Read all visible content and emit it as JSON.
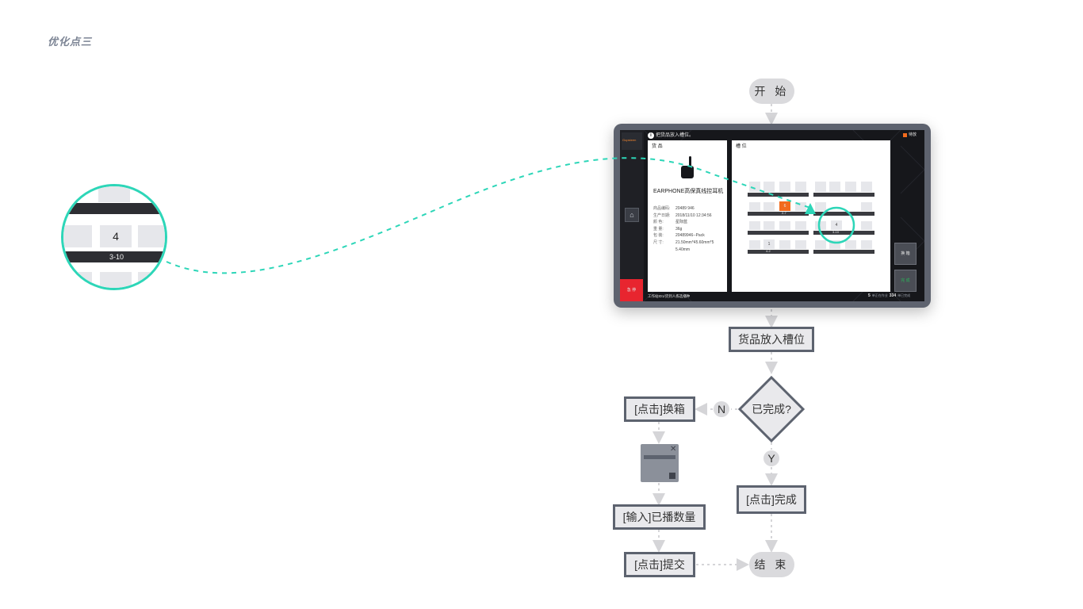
{
  "page_title": "优化点三",
  "flow": {
    "start": "开 始",
    "step_place": "货品放入槽位",
    "decision": "已完成?",
    "no_label": "N",
    "yes_label": "Y",
    "click_switch_box": "[点击]换箱",
    "input_count": "[输入]已播数量",
    "click_submit": "[点击]提交",
    "click_done": "[点击]完成",
    "end": "结 束"
  },
  "tablet": {
    "logo": "Gupsteen",
    "instruction": "把货品放入槽位。",
    "status_legend": "待放",
    "goods_header": "货 品",
    "slots_header": "槽 位",
    "product_name": "EARPHONE高保真线控耳机",
    "specs": [
      {
        "k": "商品编码:",
        "v": "20489 946"
      },
      {
        "k": "生产日期:",
        "v": "2018/11/10 12:34:56"
      },
      {
        "k": "颜 色:",
        "v": "星际蓝"
      },
      {
        "k": "重 量:",
        "v": "36g"
      },
      {
        "k": "包 装:",
        "v": "20489946--Pack"
      },
      {
        "k": "尺 寸:",
        "v": "21.50mm*45.60mm*5"
      },
      {
        "k": "",
        "v": "5.40mm"
      }
    ],
    "slot_orange_number": "6",
    "slot_orange_label": "2-7",
    "slot_highlight_number": "4",
    "slot_highlight_label": "3-10",
    "slot_one_number": "1",
    "slot_one_label": "4-2",
    "btn_switch": "换 箱",
    "btn_done": "完 成",
    "btn_emergency": "急 停",
    "footer_left": "工作站ID1/货到人拣选播种",
    "footer_right_count1": "5",
    "footer_right_label1": "单正在作业",
    "footer_right_count2": "334",
    "footer_right_label2": "单已完成"
  },
  "zoom": {
    "slot_number": "4",
    "slot_label": "3-10"
  },
  "colors": {
    "accent_teal": "#2dd6b8",
    "node_border": "#5d636f",
    "pill_fill": "#dadadd",
    "emergency_red": "#e8252f",
    "slot_orange": "#f26b1d",
    "done_green": "#2bb35a"
  }
}
